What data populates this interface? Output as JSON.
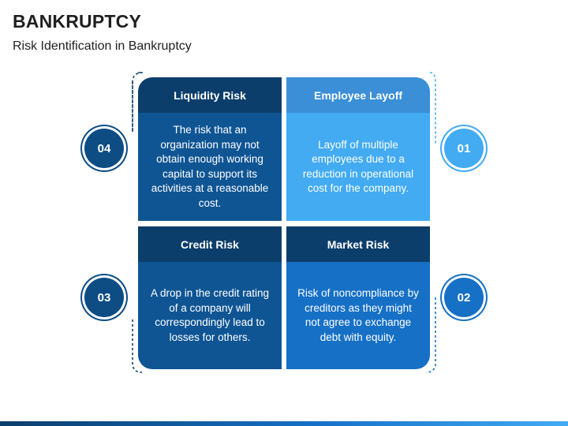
{
  "header": {
    "title": "BANKRUPTCY",
    "subtitle": "Risk Identification in Bankruptcy"
  },
  "quadrants": [
    {
      "number": "04",
      "title": "Liquidity Risk",
      "text": "The risk that an organization may not obtain enough working capital to support its activities at a reasonable cost."
    },
    {
      "number": "01",
      "title": "Employee Layoff",
      "text": "Layoff of multiple employees due to a reduction in operational cost for the company."
    },
    {
      "number": "03",
      "title": "Credit Risk",
      "text": "A drop in the credit rating of a company will correspondingly lead to losses for others."
    },
    {
      "number": "02",
      "title": "Market Risk",
      "text": "Risk of noncompliance by creditors as they might not agree to exchange debt with equity."
    }
  ],
  "colors": {
    "dark_navy": "#0c3e6b",
    "navy": "#0f5594",
    "medium_blue": "#1670c6",
    "light_blue": "#42abf2"
  }
}
